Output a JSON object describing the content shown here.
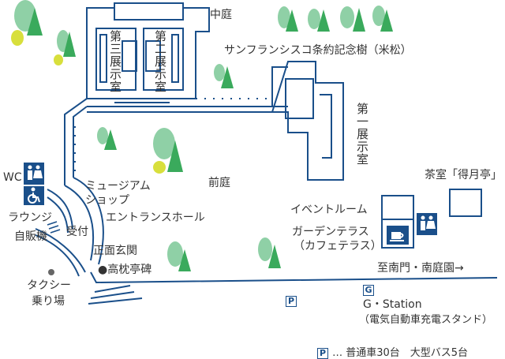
{
  "labels": {
    "courtyard": "中庭",
    "san_francisco_tree": "サンフランシスコ条約記念樹（米松）",
    "gallery3": "第三展示室",
    "gallery2": "第二展示室",
    "gallery1": "第一展示室",
    "front_garden": "前庭",
    "tea_room": "茶室「得月亭」",
    "event_room": "イベントルーム",
    "garden_terrace": "ガーデンテラス",
    "cafe_terrace": "（カフェテラス）",
    "museum_shop_1": "ミュージアム",
    "museum_shop_2": "ショップ",
    "entrance_hall": "エントランスホール",
    "lounge": "ラウンジ",
    "vending": "自販機",
    "reception": "受付",
    "main_entrance": "正面玄関",
    "takamakura": "●高枕亭碑",
    "taxi_1": "タクシー",
    "taxi_2": "乗り場",
    "to_south_gate": "至南門・南庭園→",
    "g_station_1": "G・Station",
    "g_station_2": "（電気自動車充電スタンド）",
    "wc": "WC",
    "parking_mark": "P",
    "g_mark": "G",
    "legend_text": "… 普通車30台　大型バス5台"
  },
  "icons": [
    "restroom-icon",
    "wheelchair-icon",
    "cafe-cup-icon",
    "tree-icon",
    "parking-icon",
    "charging-station-icon"
  ],
  "colors": {
    "building_line": "#1a4f8a",
    "tree_green": "#3aaa5c",
    "tree_light": "#8fd0a6",
    "tree_yellow": "#d8df3c",
    "text": "#333333"
  }
}
